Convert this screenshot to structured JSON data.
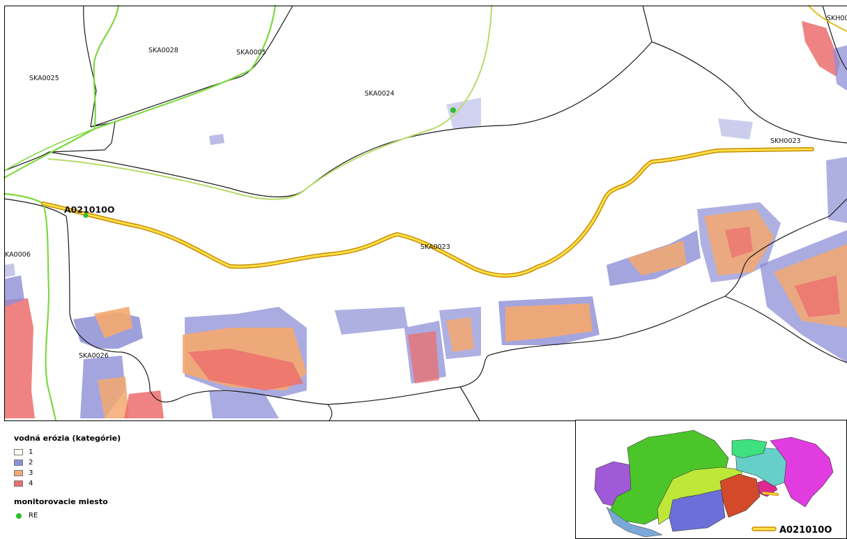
{
  "map": {
    "labels": [
      {
        "id": "ska0025",
        "text": "SKA0025"
      },
      {
        "id": "ska0028",
        "text": "SKA0028"
      },
      {
        "id": "ska0005",
        "text": "SKA0005"
      },
      {
        "id": "ska0024",
        "text": "SKA0024"
      },
      {
        "id": "skh00",
        "text": "SKH00"
      },
      {
        "id": "skh0023",
        "text": "SKH0023"
      },
      {
        "id": "ska0023",
        "text": "SKA0023"
      },
      {
        "id": "ka0006",
        "text": "KA0006"
      },
      {
        "id": "ska0026",
        "text": "SKA0026"
      }
    ],
    "highlight_segment_label": "A021010O"
  },
  "legend": {
    "erosion_title": "vodná erózia (kategórie)",
    "erosion_items": [
      {
        "label": "1",
        "color": "#fffef5"
      },
      {
        "label": "2",
        "color": "#8d8fd6"
      },
      {
        "label": "3",
        "color": "#f5a86f"
      },
      {
        "label": "4",
        "color": "#ec6d6d"
      }
    ],
    "monitoring_title": "monitorovacie miesto",
    "monitoring_items": [
      {
        "label": "RE",
        "color": "#2ebd2e"
      }
    ]
  },
  "inset": {
    "legend_label": "A021010O"
  },
  "colors": {
    "river": "#7dd840",
    "river_light": "#b6db6a",
    "segment_outline": "#e0a400",
    "segment_fill": "#ffe24a",
    "boundary": "#1a1a1a",
    "erosion2": "#8d8fd6",
    "erosion3": "#f5a86f",
    "erosion4": "#ec6d6d"
  }
}
